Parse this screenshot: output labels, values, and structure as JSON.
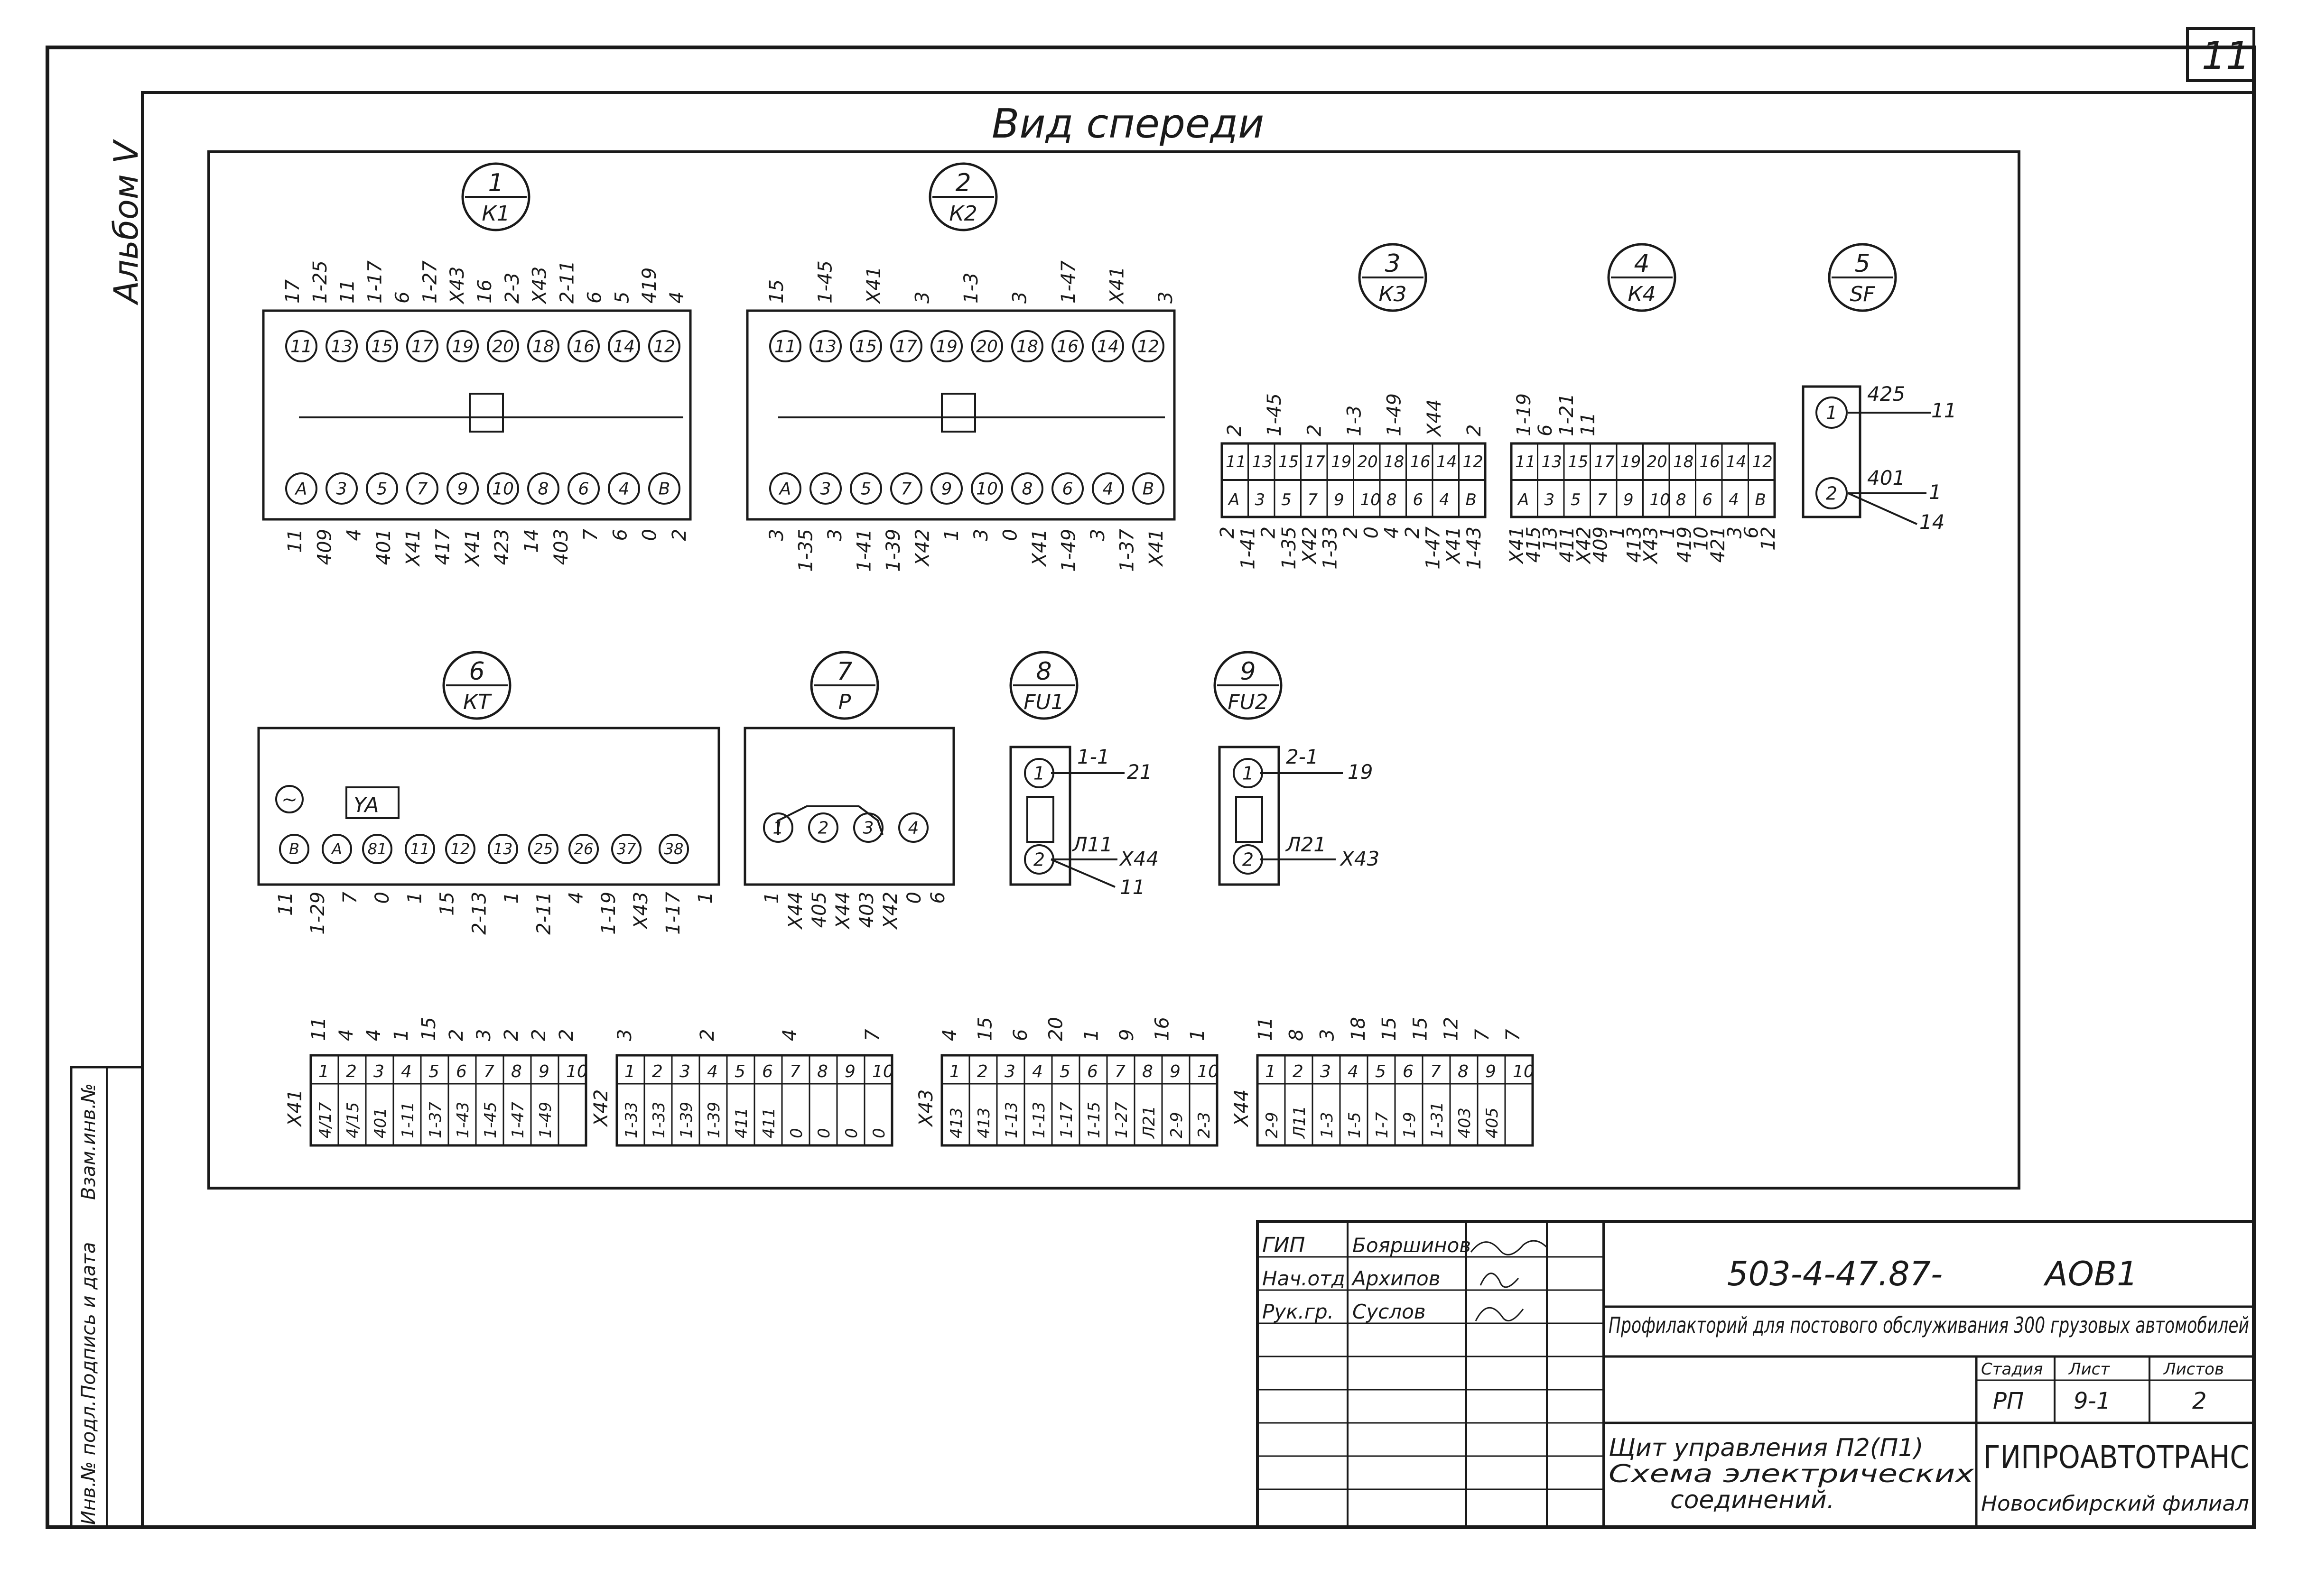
{
  "sheet": {
    "number": "11",
    "album": "Альбом V",
    "view_title": "Вид спереди"
  },
  "side_stamp": [
    "Инв.№ подл.",
    "Подпись и дата",
    "Взам.инв.№"
  ],
  "devices": [
    {
      "num": "1",
      "code": "К1",
      "top_terms": [
        "11",
        "13",
        "15",
        "17",
        "19",
        "20",
        "18",
        "16",
        "14",
        "12"
      ],
      "bot_terms": [
        "А",
        "3",
        "5",
        "7",
        "9",
        "10",
        "8",
        "6",
        "4",
        "В"
      ],
      "top_labels": [
        "17",
        "1-25",
        "11",
        "1-17",
        "6",
        "1-27",
        "Х43",
        "16",
        "2-3",
        "Х43",
        "2-11",
        "6",
        "5",
        "419",
        "4"
      ],
      "bot_labels": [
        "11",
        "409",
        "4",
        "401",
        "Х41",
        "417",
        "Х41",
        "423",
        "14",
        "403",
        "7",
        "6",
        "0",
        "2"
      ]
    },
    {
      "num": "2",
      "code": "К2",
      "top_terms": [
        "11",
        "13",
        "15",
        "17",
        "19",
        "20",
        "18",
        "16",
        "14",
        "12"
      ],
      "bot_terms": [
        "А",
        "3",
        "5",
        "7",
        "9",
        "10",
        "8",
        "6",
        "4",
        "В"
      ],
      "top_labels": [
        "15",
        "1-45",
        "Х41",
        "3",
        "1-3",
        "3",
        "1-47",
        "Х41",
        "3"
      ],
      "bot_labels": [
        "3",
        "1-35",
        "3",
        "1-41",
        "1-39",
        "Х42",
        "1",
        "3",
        "0",
        "Х41",
        "1-49",
        "3",
        "1-37",
        "Х41"
      ]
    },
    {
      "num": "3",
      "code": "К3",
      "top_terms": [
        "11",
        "13",
        "15",
        "17",
        "19",
        "20",
        "18",
        "16",
        "14",
        "12"
      ],
      "bot_terms": [
        "А",
        "3",
        "5",
        "7",
        "9",
        "10",
        "8",
        "6",
        "4",
        "В"
      ],
      "top_labels": [
        "2",
        "1-45",
        "2",
        "1-3",
        "1-49",
        "Х44",
        "2"
      ],
      "bot_labels": [
        "2",
        "1-41",
        "2",
        "1-35",
        "Х42",
        "1-33",
        "2",
        "0",
        "4",
        "2",
        "1-47",
        "Х41",
        "1-43"
      ]
    },
    {
      "num": "4",
      "code": "К4",
      "top_terms": [
        "11",
        "13",
        "15",
        "17",
        "19",
        "20",
        "18",
        "16",
        "14",
        "12"
      ],
      "bot_terms": [
        "А",
        "3",
        "5",
        "7",
        "9",
        "10",
        "8",
        "6",
        "4",
        "В"
      ],
      "top_labels": [
        "1-19",
        "6",
        "1-21",
        "11"
      ],
      "bot_labels": [
        "Х41",
        "415",
        "13",
        "411",
        "Х42",
        "409",
        "1",
        "413",
        "Х43",
        "1",
        "419",
        "10",
        "421",
        "3",
        "6",
        "12"
      ]
    },
    {
      "num": "5",
      "code": "SF",
      "terms": [
        "1",
        "2"
      ],
      "labels": [
        "425",
        "11",
        "401",
        "1",
        "14"
      ]
    },
    {
      "num": "6",
      "code": "КТ",
      "terms": [
        "В",
        "А",
        "81",
        "11",
        "12",
        "13",
        "25",
        "26",
        "37",
        "38"
      ],
      "coil": "YA",
      "labels": [
        "11",
        "1-29",
        "7",
        "0",
        "1",
        "15",
        "2-13",
        "1",
        "2-11",
        "4",
        "1-19",
        "Х43",
        "1-17",
        "1"
      ]
    },
    {
      "num": "7",
      "code": "Р",
      "terms": [
        "1",
        "2",
        "3",
        "4"
      ],
      "labels": [
        "1",
        "Х44",
        "405",
        "Х44",
        "403",
        "Х42",
        "0",
        "6"
      ]
    },
    {
      "num": "8",
      "code": "FU1",
      "terms": [
        "1",
        "2"
      ],
      "labels": [
        "1-1",
        "21",
        "Л11",
        "Х44",
        "11"
      ]
    },
    {
      "num": "9",
      "code": "FU2",
      "terms": [
        "1",
        "2"
      ],
      "labels": [
        "2-1",
        "19",
        "Л21",
        "Х43"
      ]
    }
  ],
  "terminal_blocks": [
    {
      "name": "Х41",
      "numbers": [
        "1",
        "2",
        "3",
        "4",
        "5",
        "6",
        "7",
        "8",
        "9",
        "10"
      ],
      "cells": [
        "4/17",
        "4/15",
        "401",
        "1-11",
        "1-37",
        "1-43",
        "1-45",
        "1-47",
        "1-49",
        ""
      ],
      "top": [
        "11",
        "4",
        "4",
        "1",
        "15",
        "2",
        "3",
        "2",
        "2",
        "2"
      ]
    },
    {
      "name": "Х42",
      "numbers": [
        "1",
        "2",
        "3",
        "4",
        "5",
        "6",
        "7",
        "8",
        "9",
        "10"
      ],
      "cells": [
        "1-33",
        "1-33",
        "1-39",
        "1-39",
        "411",
        "411",
        "0",
        "0",
        "0",
        "0"
      ],
      "top": [
        "3",
        "2",
        "4",
        "7"
      ]
    },
    {
      "name": "Х43",
      "numbers": [
        "1",
        "2",
        "3",
        "4",
        "5",
        "6",
        "7",
        "8",
        "9",
        "10"
      ],
      "cells": [
        "413",
        "413",
        "1-13",
        "1-13",
        "1-17",
        "1-15",
        "1-27",
        "Л21",
        "2-9",
        "2-3"
      ],
      "top": [
        "4",
        "15",
        "6",
        "20",
        "1",
        "9",
        "16",
        "1"
      ]
    },
    {
      "name": "Х44",
      "numbers": [
        "1",
        "2",
        "3",
        "4",
        "5",
        "6",
        "7",
        "8",
        "9",
        "10"
      ],
      "cells": [
        "2-9",
        "Л11",
        "1-3",
        "1-5",
        "1-7",
        "1-9",
        "1-31",
        "403",
        "405",
        ""
      ],
      "top": [
        "11",
        "8",
        "3",
        "18",
        "15",
        "15",
        "12",
        "7",
        "7"
      ]
    }
  ],
  "title_block": {
    "doc_code": "503-4-47.87-",
    "sheet_code": "АОВ1",
    "roles": [
      {
        "role": "ГИП",
        "name": "Бояршинов"
      },
      {
        "role": "Нач.отд",
        "name": "Архипов"
      },
      {
        "role": "Рук.гр.",
        "name": "Суслов"
      }
    ],
    "project": "Профилакторий для постового обслуживания 300 грузовых автомобилей",
    "stage_label": "Стадия",
    "sheet_label": "Лист",
    "sheets_label": "Листов",
    "stage": "РП",
    "sheet": "9-1",
    "sheets": "2",
    "drawing_title_1": "Щит управления П2(П1)",
    "drawing_title_2": "Схема электрических",
    "drawing_title_3": "соединений.",
    "org_name": "ГИПРОАВТОТРАНС",
    "org_branch": "Новосибирский филиал"
  }
}
